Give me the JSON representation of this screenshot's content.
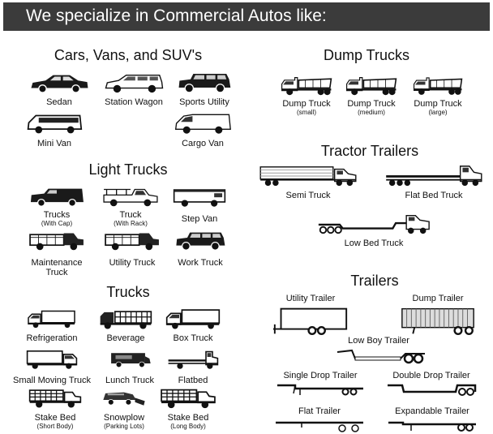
{
  "header": {
    "title": "We specialize in Commercial Autos like:"
  },
  "sections": {
    "cars": {
      "title": "Cars, Vans, and SUV's",
      "items": [
        {
          "label": "Sedan",
          "icon": "sedan-icon"
        },
        {
          "label": "Station Wagon",
          "icon": "station-wagon-icon"
        },
        {
          "label": "Sports Utility",
          "icon": "suv-icon"
        },
        {
          "label": "Mini Van",
          "icon": "minivan-icon"
        },
        {
          "label": "Cargo Van",
          "icon": "cargo-van-icon"
        }
      ]
    },
    "dump": {
      "title": "Dump Trucks",
      "items": [
        {
          "label": "Dump Truck",
          "sub": "(small)",
          "icon": "dump-truck-icon"
        },
        {
          "label": "Dump Truck",
          "sub": "(medium)",
          "icon": "dump-truck-icon"
        },
        {
          "label": "Dump Truck",
          "sub": "(large)",
          "icon": "dump-truck-icon"
        }
      ]
    },
    "tractor": {
      "title": "Tractor Trailers",
      "items": [
        {
          "label": "Semi Truck",
          "icon": "semi-truck-icon"
        },
        {
          "label": "Flat Bed Truck",
          "icon": "flat-bed-truck-icon"
        },
        {
          "label": "Low Bed Truck",
          "icon": "low-bed-truck-icon"
        }
      ]
    },
    "light": {
      "title": "Light Trucks",
      "items": [
        {
          "label": "Trucks",
          "sub": "(With Cap)",
          "icon": "pickup-cap-icon"
        },
        {
          "label": "Truck",
          "sub": "(With Rack)",
          "icon": "pickup-rack-icon"
        },
        {
          "label": "Step Van",
          "icon": "step-van-icon"
        },
        {
          "label": "Maintenance",
          "sub": "Truck",
          "icon": "maintenance-truck-icon"
        },
        {
          "label": "Utility Truck",
          "icon": "utility-truck-icon"
        },
        {
          "label": "Work Truck",
          "icon": "work-truck-icon"
        }
      ]
    },
    "trucks": {
      "title": "Trucks",
      "items": [
        {
          "label": "Refrigeration",
          "icon": "refrigeration-truck-icon"
        },
        {
          "label": "Beverage",
          "icon": "beverage-truck-icon"
        },
        {
          "label": "Box Truck",
          "icon": "box-truck-icon"
        },
        {
          "label": "Small Moving Truck",
          "icon": "moving-truck-icon"
        },
        {
          "label": "Lunch Truck",
          "icon": "lunch-truck-icon"
        },
        {
          "label": "Flatbed",
          "icon": "flatbed-icon"
        },
        {
          "label": "Stake Bed",
          "sub": "(Short Body)",
          "icon": "stake-bed-icon"
        },
        {
          "label": "Snowplow",
          "sub": "(Parking Lots)",
          "icon": "snowplow-icon"
        },
        {
          "label": "Stake Bed",
          "sub": "(Long Body)",
          "icon": "stake-bed-icon"
        }
      ]
    },
    "trailers": {
      "title": "Trailers",
      "items": [
        {
          "label": "Utility Trailer",
          "icon": "utility-trailer-icon"
        },
        {
          "label": "Dump Trailer",
          "icon": "dump-trailer-icon"
        },
        {
          "label": "Low Boy Trailer",
          "icon": "low-boy-trailer-icon"
        },
        {
          "label": "Single Drop Trailer",
          "icon": "single-drop-trailer-icon"
        },
        {
          "label": "Double Drop Trailer",
          "icon": "double-drop-trailer-icon"
        },
        {
          "label": "Flat Trailer",
          "icon": "flat-trailer-icon"
        },
        {
          "label": "Expandable Trailer",
          "icon": "expandable-trailer-icon"
        }
      ]
    }
  }
}
